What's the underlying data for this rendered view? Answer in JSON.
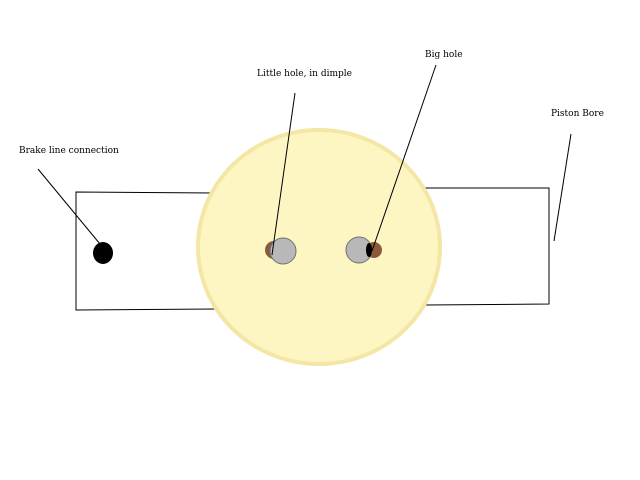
{
  "labels": {
    "brake_line_connection": "Brake line connection",
    "little_hole": "Little hole, in dimple",
    "big_hole": "Big hole",
    "piston_bore": "Piston Bore"
  },
  "colors": {
    "background": "#ffffff",
    "disc_fill": "#fdf6c3",
    "disc_stroke": "#f4e6a4",
    "hole_grey": "#b8b8b8",
    "hole_brown": "#8b5a3c",
    "line": "#000000"
  }
}
